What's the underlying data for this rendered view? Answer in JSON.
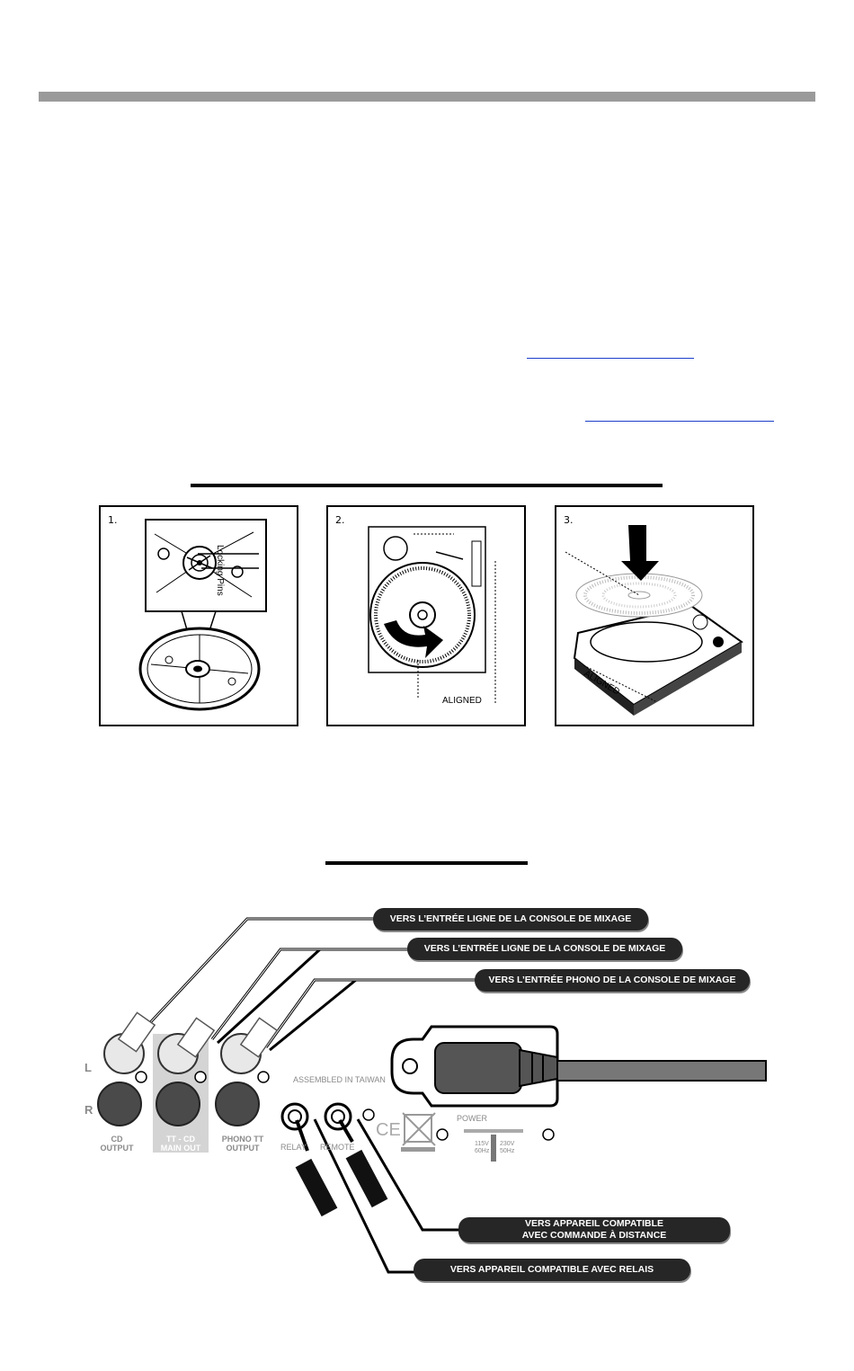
{
  "figures": {
    "panel1": {
      "number": "1.",
      "callout": "Locking Pins"
    },
    "panel2": {
      "number": "2.",
      "callout": "ALIGNED"
    },
    "panel3": {
      "number": "3.",
      "callout": "ALIGNED"
    }
  },
  "connections": {
    "labels": {
      "line1": "VERS L’ENTRÉE LIGNE DE LA CONSOLE DE MIXAGE",
      "line2": "VERS L’ENTRÉE LIGNE DE LA CONSOLE DE MIXAGE",
      "phono": "VERS L’ENTRÉE PHONO DE LA CONSOLE DE MIXAGE",
      "remote_a": "VERS APPAREIL COMPATIBLE",
      "remote_b": "AVEC COMMANDE À DISTANCE",
      "relay": "VERS APPAREIL COMPATIBLE AVEC RELAIS"
    },
    "panel_text": {
      "left": "L",
      "right": "R",
      "cd_output_a": "CD",
      "cd_output_b": "OUTPUT",
      "main_out_a": "TT - CD",
      "main_out_b": "MAIN OUT",
      "phono_out_a": "PHONO TT",
      "phono_out_b": "OUTPUT",
      "assembled": "ASSEMBLED IN TAIWAN",
      "power": "POWER",
      "relay": "RELAY",
      "remote": "REMOTE",
      "v115": "115V",
      "hz60": "60Hz",
      "v230": "230V",
      "hz50": "50Hz",
      "ce": "CE"
    }
  }
}
